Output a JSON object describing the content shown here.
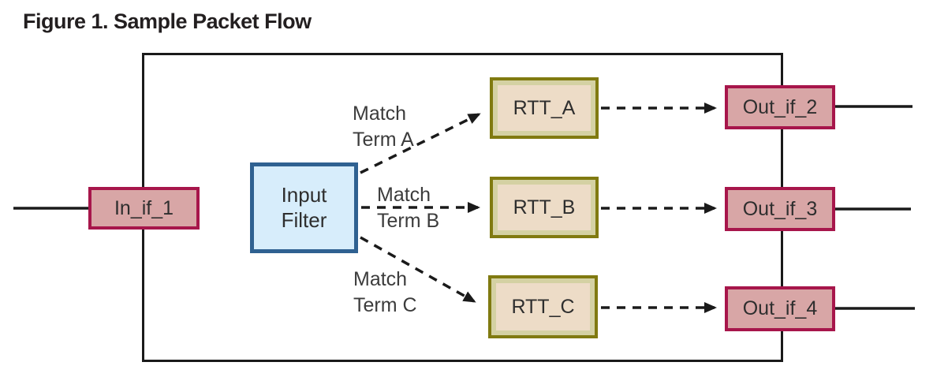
{
  "figure": {
    "title": "Figure 1. Sample Packet Flow"
  },
  "nodes": {
    "in_if_1": {
      "label": "In_if_1",
      "type": "input-interface"
    },
    "input_filter": {
      "line1": "Input",
      "line2": "Filter",
      "type": "filter"
    },
    "rtt_a": {
      "label": "RTT_A",
      "type": "routing-table"
    },
    "rtt_b": {
      "label": "RTT_B",
      "type": "routing-table"
    },
    "rtt_c": {
      "label": "RTT_C",
      "type": "routing-table"
    },
    "out_if_2": {
      "label": "Out_if_2",
      "type": "output-interface"
    },
    "out_if_3": {
      "label": "Out_if_3",
      "type": "output-interface"
    },
    "out_if_4": {
      "label": "Out_if_4",
      "type": "output-interface"
    }
  },
  "annotations": {
    "match_a": {
      "line1": "Match",
      "line2": "Term A"
    },
    "match_b": {
      "line1": "Match",
      "line2": "Term B"
    },
    "match_c": {
      "line1": "Match",
      "line2": "Term C"
    }
  },
  "connections": [
    {
      "from": "external-left",
      "to": "in_if_1",
      "style": "solid",
      "label": ""
    },
    {
      "from": "input_filter",
      "to": "rtt_a",
      "style": "dashed-arrow",
      "label": "Match Term A"
    },
    {
      "from": "input_filter",
      "to": "rtt_b",
      "style": "dashed-arrow",
      "label": "Match Term B"
    },
    {
      "from": "input_filter",
      "to": "rtt_c",
      "style": "dashed-arrow",
      "label": "Match Term C"
    },
    {
      "from": "rtt_a",
      "to": "out_if_2",
      "style": "dashed-arrow",
      "label": ""
    },
    {
      "from": "rtt_b",
      "to": "out_if_3",
      "style": "dashed-arrow",
      "label": ""
    },
    {
      "from": "rtt_c",
      "to": "out_if_4",
      "style": "dashed-arrow",
      "label": ""
    },
    {
      "from": "out_if_2",
      "to": "external-right",
      "style": "solid",
      "label": ""
    },
    {
      "from": "out_if_3",
      "to": "external-right",
      "style": "solid",
      "label": ""
    },
    {
      "from": "out_if_4",
      "to": "external-right",
      "style": "solid",
      "label": ""
    }
  ],
  "colors": {
    "interface_border": "#a7164b",
    "interface_fill": "#d8a6a6",
    "filter_border": "#2f6191",
    "filter_fill": "#d7edfb",
    "rtt_border": "#807a10",
    "rtt_fill_outer": "#d4d1a3",
    "rtt_fill_inner": "#eddcc7",
    "line_color": "#1a1a1a",
    "text_color": "#2e2e2e"
  }
}
